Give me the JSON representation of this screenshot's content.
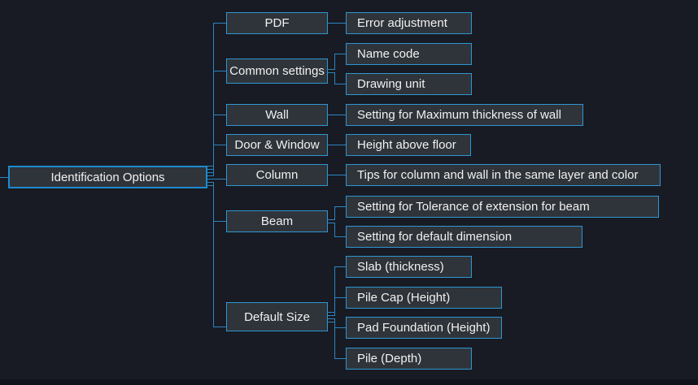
{
  "colors": {
    "background": "#181b23",
    "node_fill": "#2f343a",
    "node_border": "#2e96d2",
    "root_border": "#1d8ad0",
    "connector": "#2b84c2",
    "text": "#f1f1f1",
    "bottom_strip": "#10131a"
  },
  "mindmap": {
    "root": {
      "label": "Identification Options"
    },
    "branches": [
      {
        "label": "PDF",
        "children": [
          {
            "label": "Error adjustment"
          }
        ]
      },
      {
        "label": "Common settings",
        "children": [
          {
            "label": "Name code"
          },
          {
            "label": "Drawing unit"
          }
        ]
      },
      {
        "label": "Wall",
        "children": [
          {
            "label": "Setting for Maximum thickness of wall"
          }
        ]
      },
      {
        "label": "Door & Window",
        "children": [
          {
            "label": "Height above floor"
          }
        ]
      },
      {
        "label": "Column",
        "children": [
          {
            "label": "Tips for column and wall in the same layer and color"
          }
        ]
      },
      {
        "label": "Beam",
        "children": [
          {
            "label": "Setting for Tolerance of extension for beam"
          },
          {
            "label": "Setting for default dimension"
          }
        ]
      },
      {
        "label": "Default Size",
        "children": [
          {
            "label": "Slab (thickness)"
          },
          {
            "label": "Pile Cap (Height)"
          },
          {
            "label": "Pad Foundation (Height)"
          },
          {
            "label": "Pile (Depth)"
          }
        ]
      }
    ]
  }
}
